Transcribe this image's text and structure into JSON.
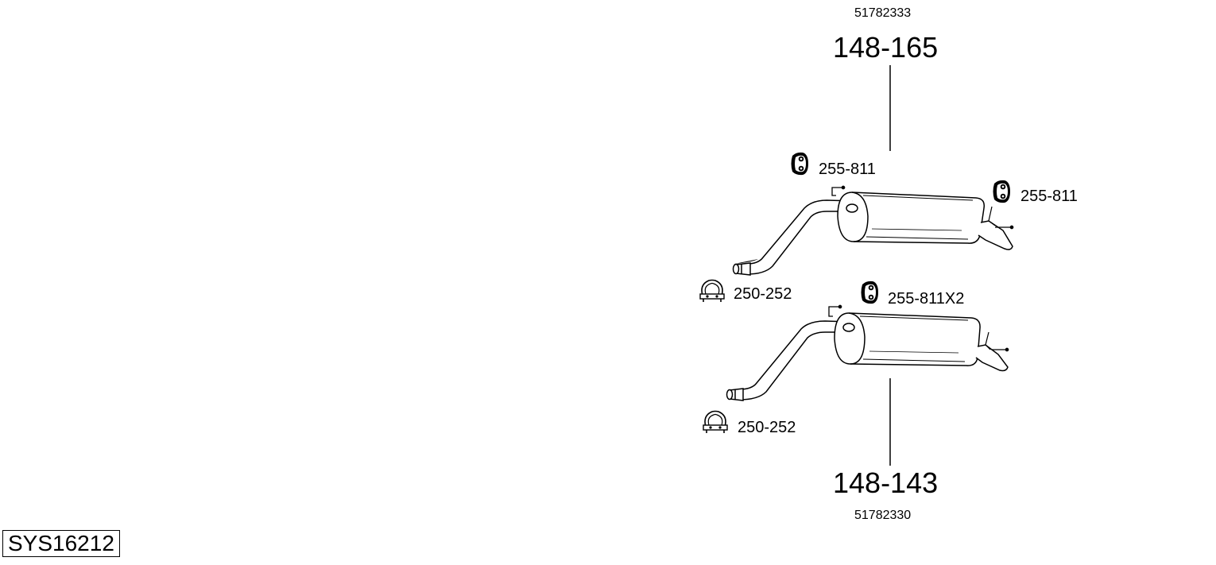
{
  "top_assembly": {
    "oe_number": "51782333",
    "part_number": "148-165",
    "parts": {
      "hanger_a": "255-811",
      "hanger_b": "255-811",
      "clamp": "250-252"
    }
  },
  "bottom_assembly": {
    "oe_number": "51782330",
    "part_number": "148-143",
    "parts": {
      "hanger": "255-811X2",
      "clamp": "250-252"
    }
  },
  "system_id": "SYS16212"
}
